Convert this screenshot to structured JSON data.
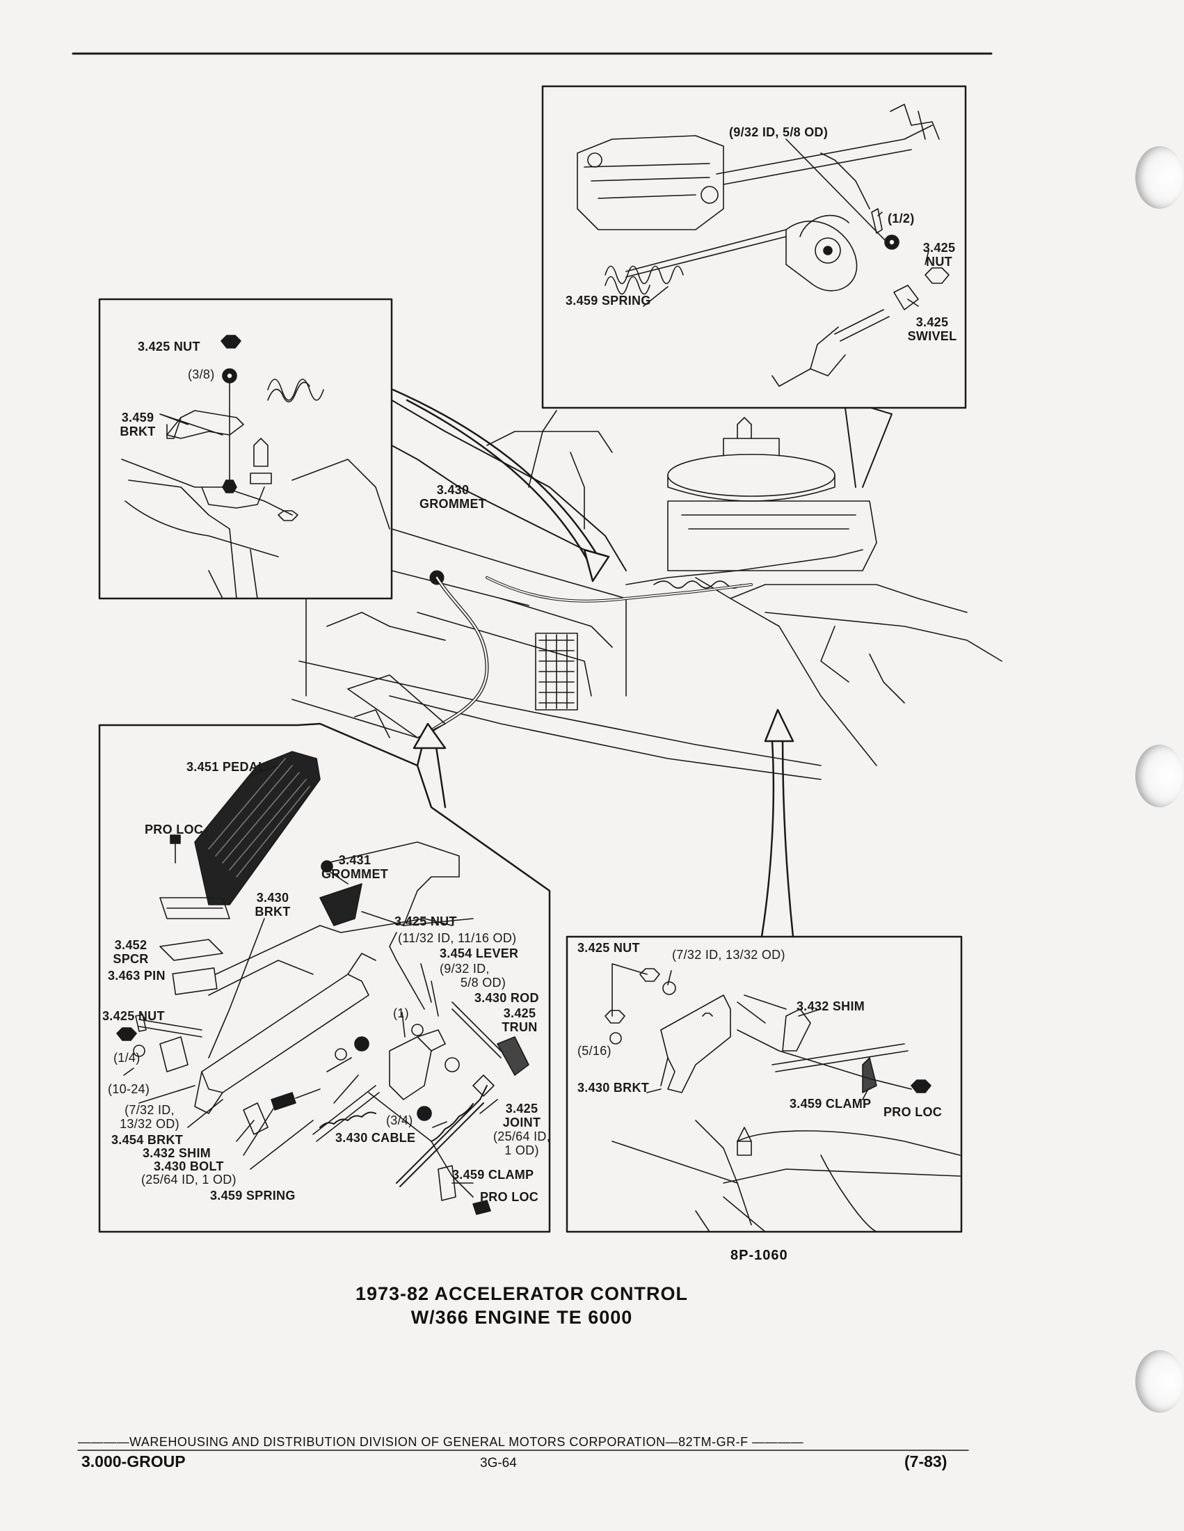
{
  "figure_number": "8P-1060",
  "caption": {
    "line1": "1973-82 ACCELERATOR CONTROL",
    "line2": "W/366 ENGINE TE 6000"
  },
  "footer": {
    "division_line": "————WAREHOUSING AND DISTRIBUTION  DIVISION OF GENERAL MOTORS CORPORATION—82TM-GR-F ————",
    "group": "3.000-GROUP",
    "page": "3G-64",
    "date": "(7-83)"
  },
  "inset_carb": {
    "washer_size": "(9/32 ID, 5/8 OD)",
    "pin_size": "(1/2)",
    "nut": [
      "3.425",
      "NUT"
    ],
    "swivel": [
      "3.425",
      "SWIVEL"
    ],
    "spring": "3.459 SPRING"
  },
  "inset_bracket": {
    "nut": "3.425 NUT",
    "washer_size": "(3/8)",
    "bracket": [
      "3.459",
      "BRKT"
    ]
  },
  "main_view": {
    "grommet": [
      "3.430",
      "GROMMET"
    ]
  },
  "inset_pedal": {
    "pedal": "3.451 PEDAL",
    "pro_loc_top": "PRO LOC",
    "grommet": [
      "3.431",
      "GROMMET"
    ],
    "brkt": [
      "3.430",
      "BRKT"
    ],
    "spcr": [
      "3.452",
      "SPCR"
    ],
    "pin": "3.463 PIN",
    "nut_left": "3.425 NUT",
    "size_1_4": "(1/4)",
    "size_10_24": "(10-24)",
    "washer_7_32": [
      "(7/32 ID,",
      "13/32 OD)"
    ],
    "brkt_454": "3.454 BRKT",
    "shim": "3.432 SHIM",
    "bolt": "3.430 BOLT",
    "bolt_size": "(25/64 ID, 1 OD)",
    "spring": "3.459 SPRING",
    "nut_top": "3.425 NUT",
    "washer_11_32": "(11/32 ID, 11/16 OD)",
    "lever": "3.454 LEVER",
    "washer_9_32": [
      "(9/32 ID,",
      "5/8 OD)"
    ],
    "rod": "3.430 ROD",
    "trun": [
      "3.425",
      "TRUN"
    ],
    "size_1": "(1)",
    "size_3_4": "(3/4)",
    "cable": "3.430 CABLE",
    "joint": [
      "3.425",
      "JOINT",
      "(25/64 ID,",
      "1 OD)"
    ],
    "clamp": "3.459 CLAMP",
    "pro_loc_bottom": "PRO LOC"
  },
  "inset_mount": {
    "nut": "3.425 NUT",
    "washer_size": "(7/32 ID, 13/32 OD)",
    "shim": "3.432 SHIM",
    "size_5_16": "(5/16)",
    "brkt": "3.430 BRKT",
    "clamp": "3.459 CLAMP",
    "pro_loc": "PRO LOC"
  }
}
